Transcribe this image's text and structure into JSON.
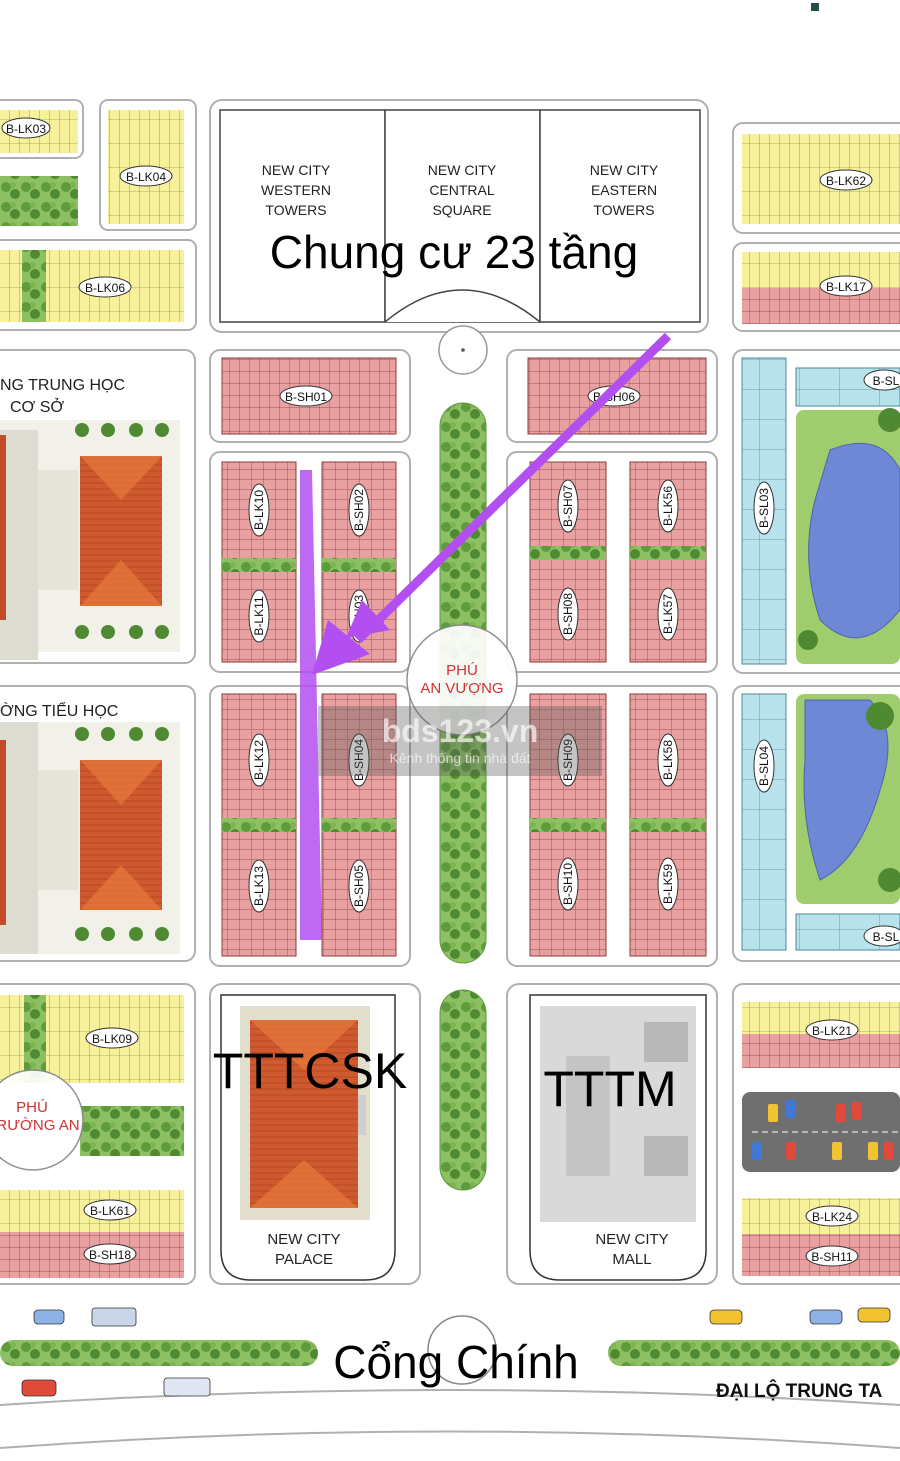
{
  "colors": {
    "lot_pink": "#e8a1a0",
    "lot_yellow": "#f6f19a",
    "lot_blue": "#b8e2ec",
    "green": "#8cc063",
    "road_line": "#b0b0b0",
    "arrow": "#b34ff0",
    "roof": "#cf5a30"
  },
  "towers": {
    "western": [
      "NEW CITY",
      "WESTERN",
      "TOWERS"
    ],
    "central": [
      "NEW CITY",
      "CENTRAL",
      "SQUARE"
    ],
    "eastern": [
      "NEW CITY",
      "EASTERN",
      "TOWERS"
    ],
    "overlay": "Chung cư 23 tầng"
  },
  "schools": {
    "middle": [
      "NG TRUNG HỌC",
      "CƠ SỞ"
    ],
    "primary": "ỜNG TIỂU HỌC"
  },
  "wards": {
    "phu_an_vuong": [
      "PHÚ",
      "AN VƯỢNG"
    ],
    "phu_truong_an": [
      "PHÚ",
      "RƯỜNG AN"
    ]
  },
  "lots": {
    "lk03": "B-LK03",
    "lk04": "B-LK04",
    "lk06": "B-LK06",
    "lk62": "B-LK62",
    "lk17": "B-LK17",
    "sh01": "B-SH01",
    "sh06": "B-SH06",
    "sl": "B-SL",
    "lk10": "B-LK10",
    "sh02": "B-SH02",
    "sh07": "B-SH07",
    "lk56": "B-LK56",
    "sl03": "B-SL03",
    "lk11": "B-LK11",
    "sh03": "B-SH03",
    "sh08": "B-SH08",
    "lk57": "B-LK57",
    "lk12": "B-LK12",
    "sh04": "B-SH04",
    "sh09": "B-SH09",
    "lk58": "B-LK58",
    "sl04": "B-SL04",
    "lk13": "B-LK13",
    "sh05": "B-SH05",
    "sh10": "B-SH10",
    "lk59": "B-LK59",
    "lk09": "B-LK09",
    "lk21": "B-LK21",
    "lk61": "B-LK61",
    "sh18": "B-SH18",
    "lk24": "B-LK24",
    "sh11": "B-SH11"
  },
  "watermark": {
    "main": "bds123.vn",
    "sub": "Kênh thông tin nhà đất"
  },
  "facilities": {
    "tttcsk": "TTTCSK",
    "tttm": "TTTM",
    "palace": [
      "NEW CITY",
      "PALACE"
    ],
    "mall": [
      "NEW CITY",
      "MALL"
    ]
  },
  "gate": "Cổng Chính",
  "boulevard": "ĐẠI LỘ TRUNG TA"
}
